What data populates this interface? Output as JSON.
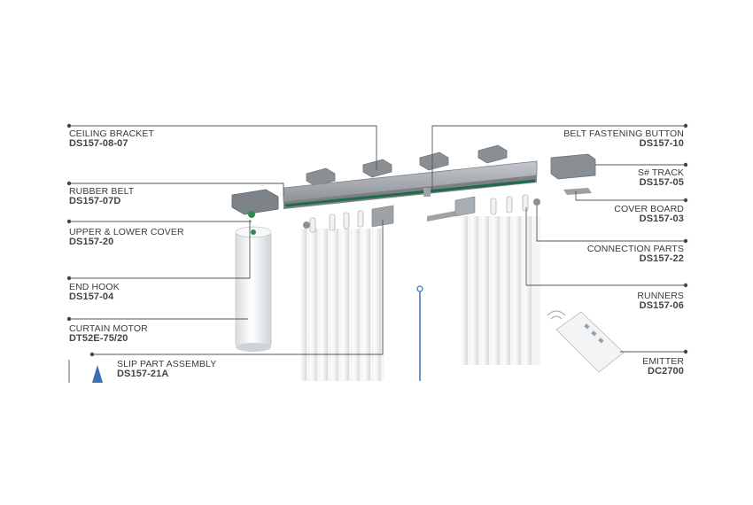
{
  "labels": {
    "ceiling_bracket": {
      "name": "CEILING BRACKET",
      "code": "DS157-08-07"
    },
    "rubber_belt": {
      "name": "RUBBER BELT",
      "code": "DS157-07D"
    },
    "upper_lower_cover": {
      "name": "UPPER & LOWER COVER",
      "code": "DS157-20"
    },
    "end_hook": {
      "name": "END HOOK",
      "code": "DS157-04"
    },
    "curtain_motor": {
      "name": "CURTAIN MOTOR",
      "code": "DT52E-75/20"
    },
    "slip_part_assembly": {
      "name": "SLIP PART ASSEMBLY",
      "code": "DS157-21A"
    },
    "belt_fastening_button": {
      "name": "BELT FASTENING BUTTON",
      "code": "DS157-10"
    },
    "s_track": {
      "name": "S# TRACK",
      "code": "DS157-05"
    },
    "cover_board": {
      "name": "COVER BOARD",
      "code": "DS157-03"
    },
    "connection_parts": {
      "name": "CONNECTION PARTS",
      "code": "DS157-22"
    },
    "runners": {
      "name": "RUNNERS",
      "code": "DS157-06"
    },
    "emitter": {
      "name": "EMITTER",
      "code": "DC2700"
    }
  },
  "colors": {
    "track": "#9ea3a8",
    "belt": "#1f6b4a",
    "leader": "#555555",
    "motor": "#eceef0",
    "curtain": "#f1f2f3",
    "accent_line": "#3a6fb0"
  }
}
